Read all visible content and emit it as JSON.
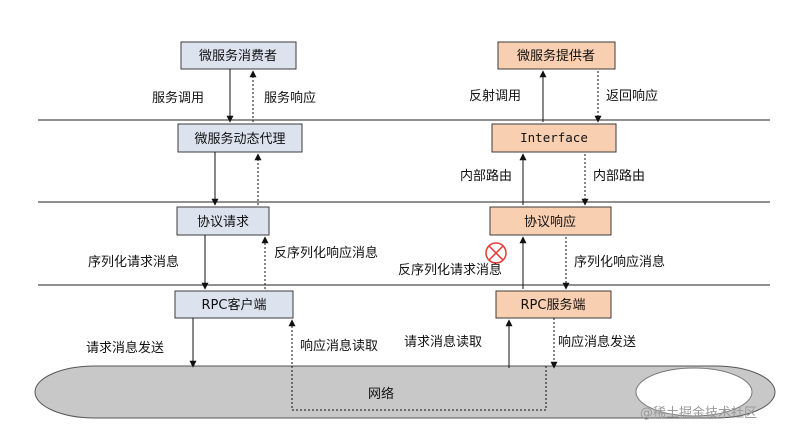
{
  "colors": {
    "consumer_box_fill": "#dce3ef",
    "provider_box_fill": "#f9cfb1",
    "box_stroke": "#3b3b3b",
    "network_fill": "#c8c8c8",
    "error_red": "#e53935"
  },
  "consumer": {
    "top": "微服务消费者",
    "proxy": "微服务动态代理",
    "request": "协议请求",
    "client": "RPC客户端"
  },
  "provider": {
    "top": "微服务提供者",
    "interface": "Interface",
    "response": "协议响应",
    "server": "RPC服务端"
  },
  "labels": {
    "service_call": "服务调用",
    "service_response": "服务响应",
    "serialize_request": "序列化请求消息",
    "deserialize_response": "反序列化响应消息",
    "send_request": "请求消息发送",
    "read_response": "响应消息读取",
    "reflect_call": "反射调用",
    "return_response": "返回响应",
    "internal_route_left": "内部路由",
    "internal_route_right": "内部路由",
    "deserialize_request": "反序列化请求消息",
    "serialize_response": "序列化响应消息",
    "read_request": "请求消息读取",
    "send_response": "响应消息发送"
  },
  "network": {
    "label": "网络"
  },
  "error_icon": "circle-x-icon",
  "watermark": "@稀土掘金技术社区"
}
